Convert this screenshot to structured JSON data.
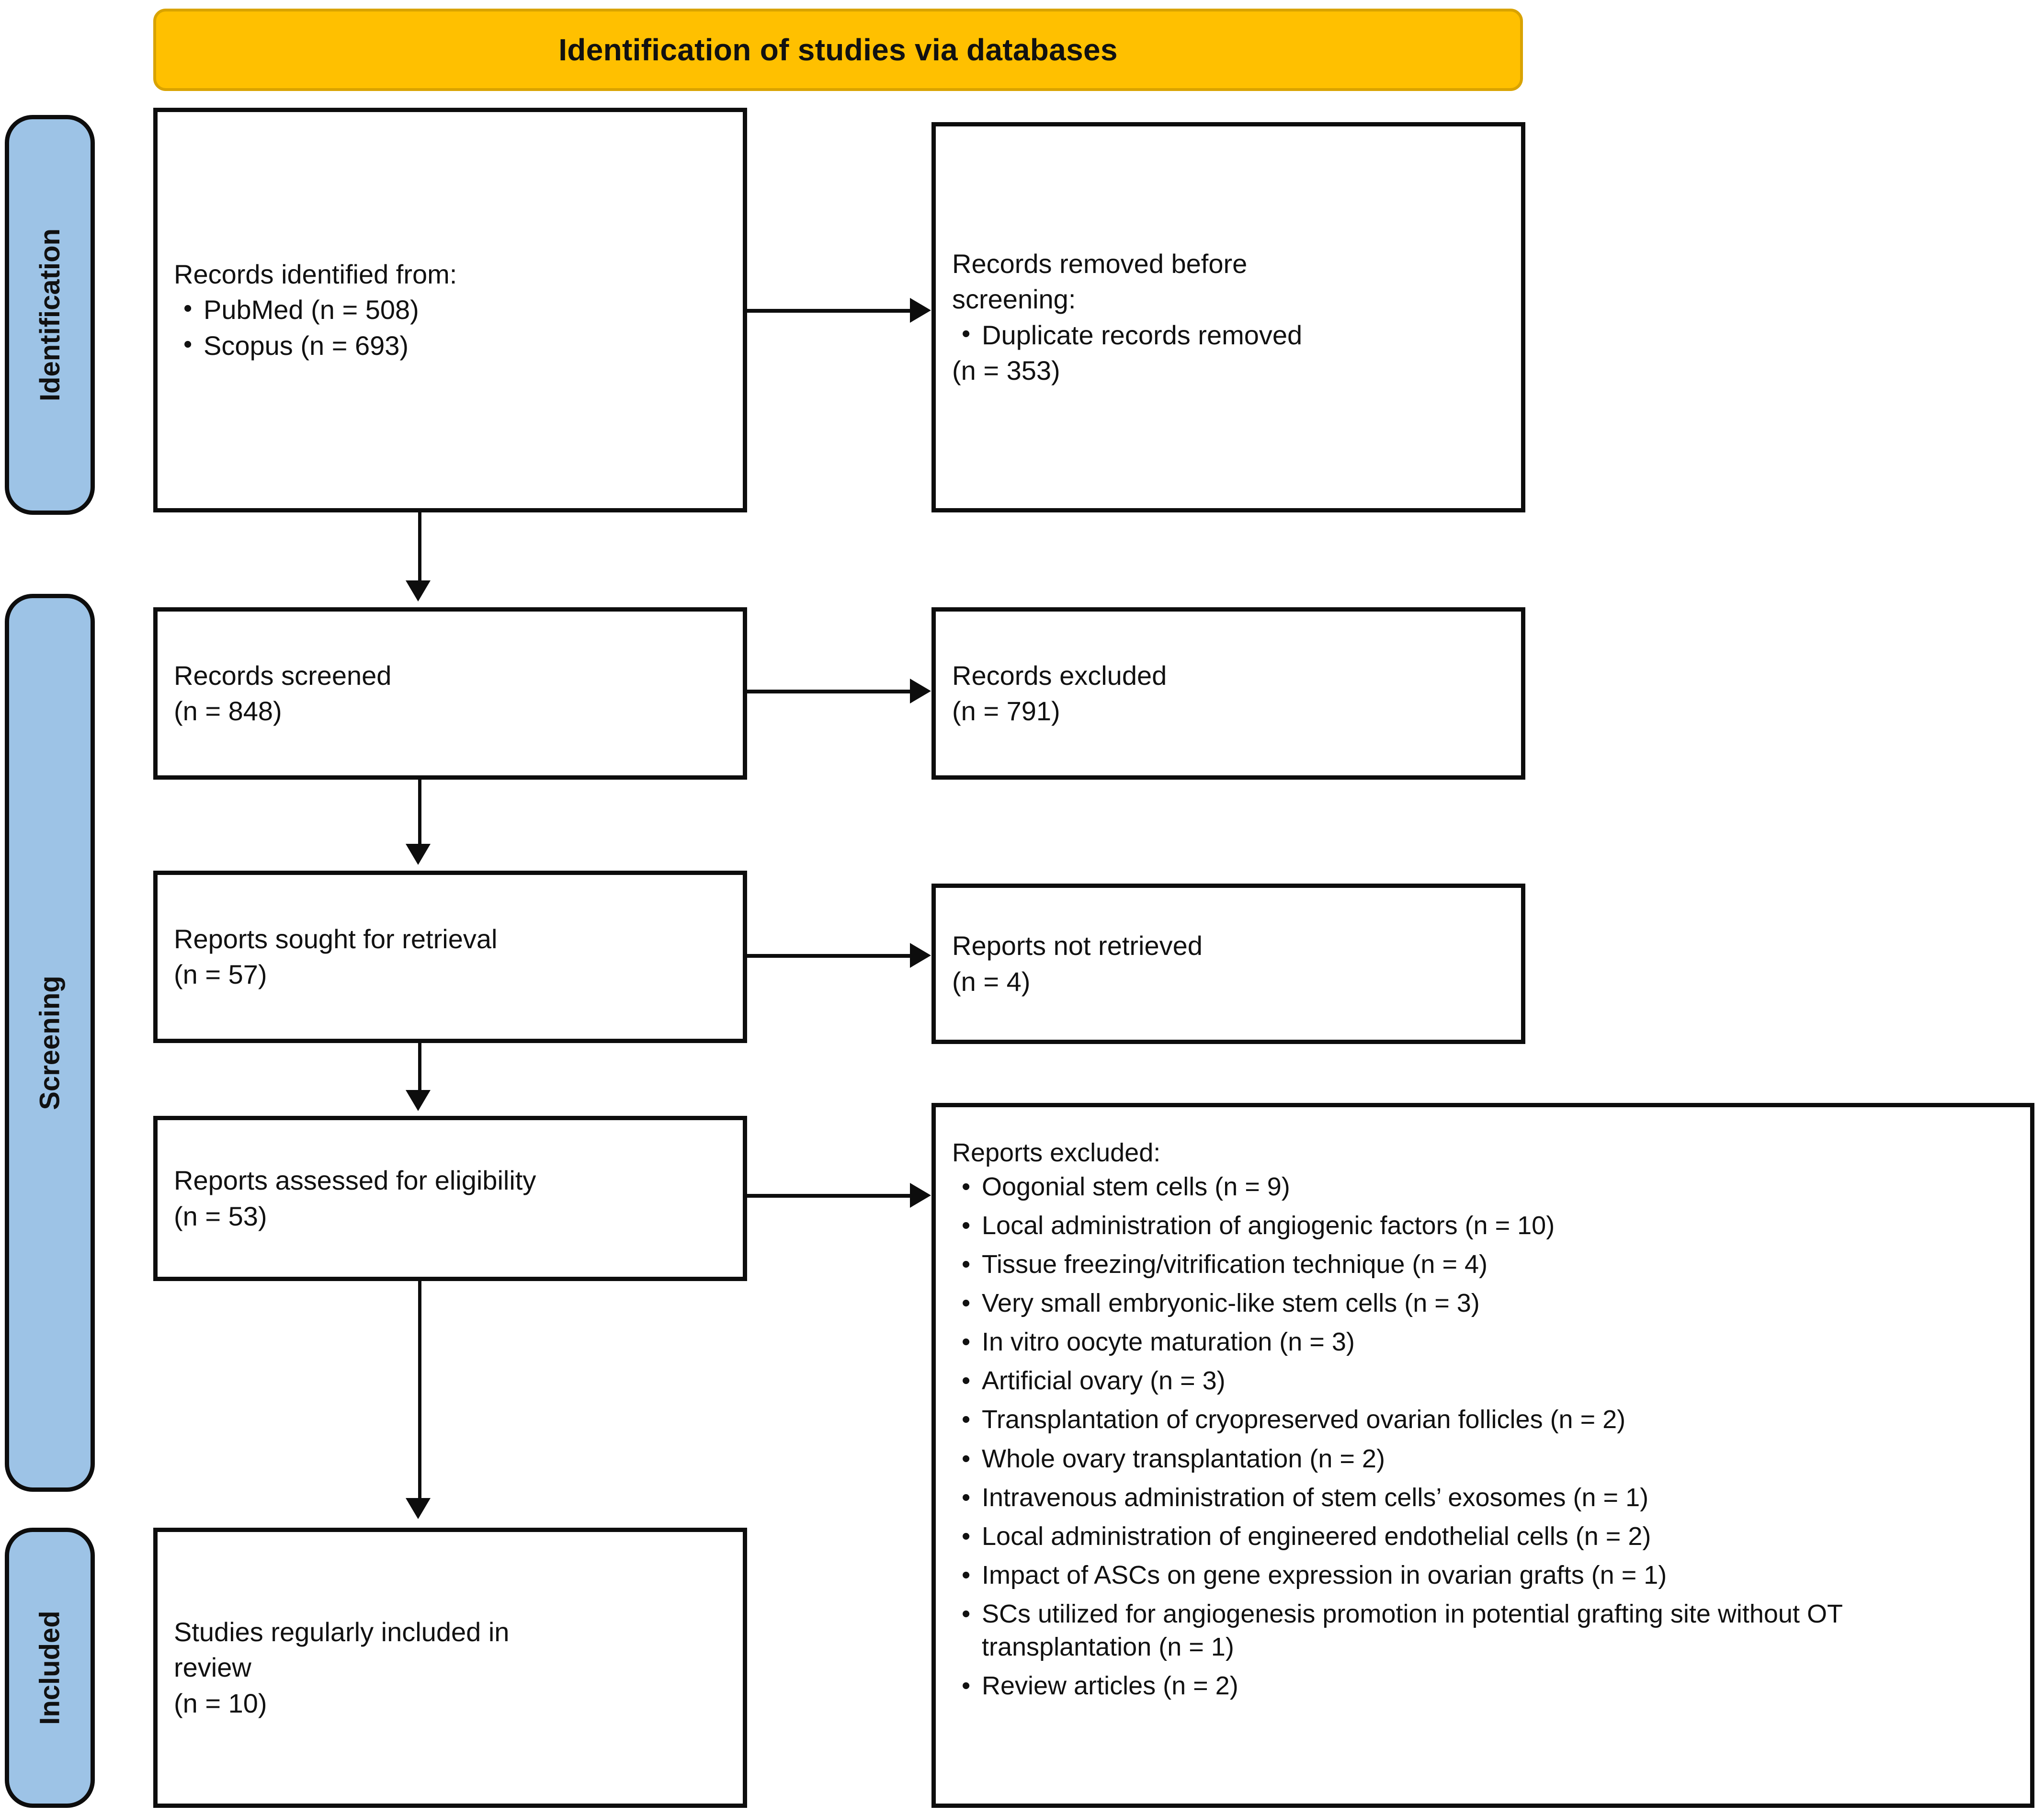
{
  "banner": {
    "title": "Identification of studies via databases",
    "bg_color": "#FFC000",
    "border_color": "#D9A300"
  },
  "stages": {
    "bg_color": "#9DC3E6",
    "identification": "Identification",
    "screening": "Screening",
    "included": "Included"
  },
  "boxes": {
    "identified": {
      "heading": "Records identified from:",
      "items": [
        "PubMed (n = 508)",
        "Scopus (n = 693)"
      ]
    },
    "removed": {
      "heading_line1": "Records removed before",
      "heading_line2": "screening:",
      "items": [
        "Duplicate records removed"
      ],
      "count": "(n = 353)"
    },
    "screened": {
      "label": "Records screened",
      "count": "(n = 848)"
    },
    "excluded_records": {
      "label": "Records excluded",
      "count": "(n = 791)"
    },
    "sought": {
      "label": "Reports sought for retrieval",
      "count": "(n = 57)"
    },
    "not_retrieved": {
      "label": "Reports not retrieved",
      "count": "(n = 4)"
    },
    "assessed": {
      "label": "Reports assessed for eligibility",
      "count": "(n = 53)"
    },
    "included_studies": {
      "line1": "Studies regularly included in",
      "line2": "review",
      "count": "(n = 10)"
    },
    "reports_excluded": {
      "heading": "Reports excluded:",
      "items": [
        "Oogonial stem cells (n = 9)",
        "Local administration of angiogenic factors (n = 10)",
        "Tissue freezing/vitrification technique (n = 4)",
        "Very small embryonic-like stem cells (n = 3)",
        "In vitro oocyte maturation (n = 3)",
        "Artificial ovary (n = 3)",
        "Transplantation of cryopreserved ovarian follicles (n = 2)",
        "Whole ovary transplantation (n = 2)",
        "Intravenous administration of stem cells’ exosomes (n = 1)",
        "Local administration of engineered endothelial cells (n = 2)",
        "Impact of ASCs on gene expression in ovarian grafts (n = 1)",
        "SCs utilized for angiogenesis promotion in potential grafting site without OT transplantation (n = 1)",
        "Review articles (n = 2)"
      ]
    }
  }
}
